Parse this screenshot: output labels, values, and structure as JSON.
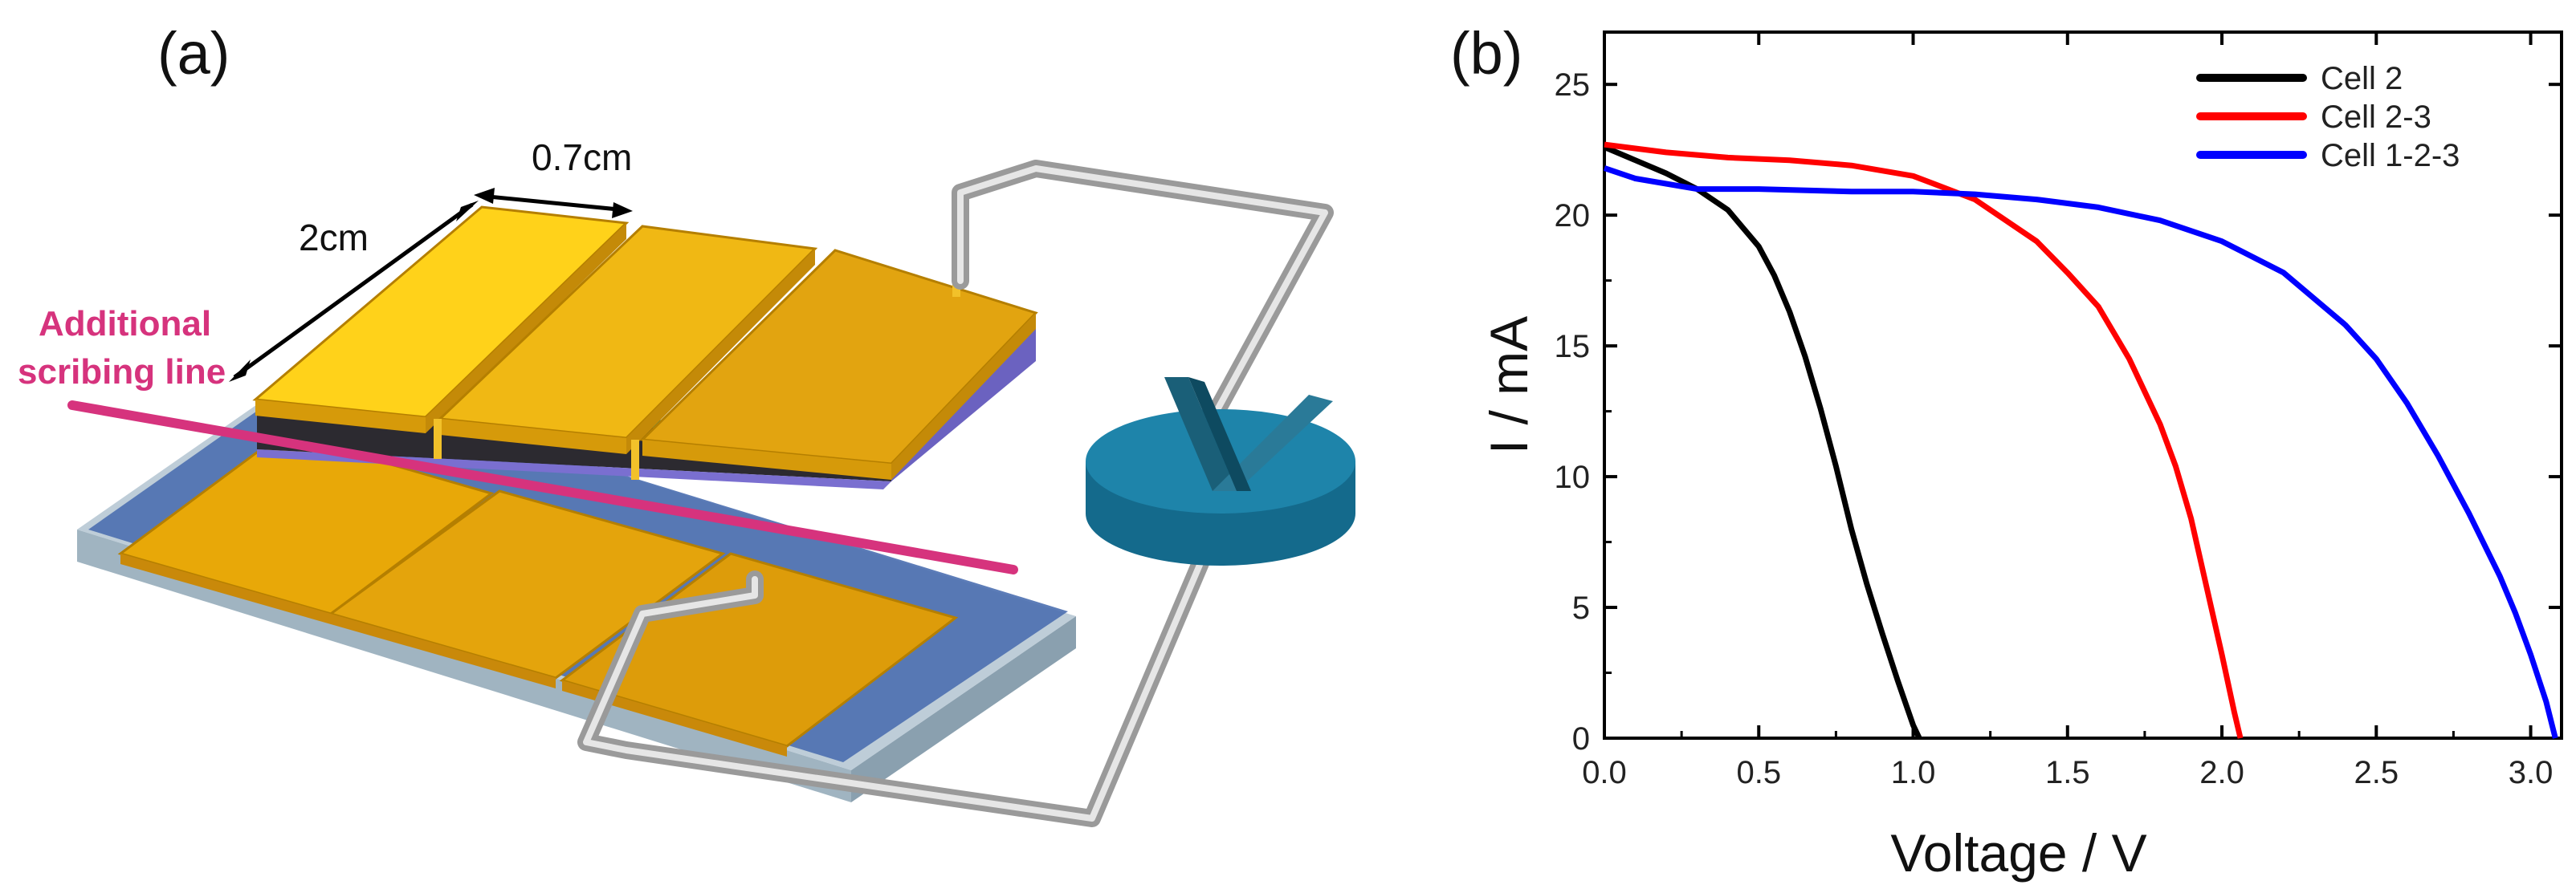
{
  "panel_a": {
    "label": "(a)",
    "dim_length": "2cm",
    "dim_width": "0.7cm",
    "annotation_line1": "Additional",
    "annotation_line2": "scribing line",
    "colors": {
      "cell_gold": "#e4a40c",
      "cell_gold_light": "#ffd21a",
      "glass": "#9fb4c2",
      "tco_blue": "#4b6fb0",
      "scribing_line": "#d6337d",
      "meter": "#1b7aa0",
      "wire": "#c9c9c9"
    },
    "icons": [
      "solar-module-illustration",
      "voltmeter-icon",
      "wire-loop"
    ]
  },
  "panel_b": {
    "label": "(b)"
  },
  "chart_data": {
    "type": "line",
    "xlabel": "Voltage / V",
    "ylabel": "I / mA",
    "xlim": [
      0,
      3.1
    ],
    "ylim": [
      0,
      27
    ],
    "xticks": [
      "0.0",
      "0.5",
      "1.0",
      "1.5",
      "2.0",
      "2.5",
      "3.0"
    ],
    "yticks": [
      "0",
      "5",
      "10",
      "15",
      "20",
      "25"
    ],
    "grid": false,
    "legend_position": "top-right",
    "series": [
      {
        "name": "Cell 2",
        "color": "#000000",
        "x": [
          0.0,
          0.1,
          0.2,
          0.3,
          0.4,
          0.5,
          0.55,
          0.6,
          0.65,
          0.7,
          0.75,
          0.8,
          0.85,
          0.9,
          0.95,
          1.0,
          1.02
        ],
        "y": [
          22.6,
          22.1,
          21.6,
          21.0,
          20.2,
          18.8,
          17.7,
          16.3,
          14.6,
          12.6,
          10.4,
          8.0,
          5.9,
          4.0,
          2.2,
          0.5,
          0.0
        ]
      },
      {
        "name": "Cell 2-3",
        "color": "#ff0000",
        "x": [
          0.0,
          0.2,
          0.4,
          0.6,
          0.8,
          1.0,
          1.2,
          1.4,
          1.5,
          1.6,
          1.7,
          1.8,
          1.85,
          1.9,
          1.95,
          2.0,
          2.04,
          2.06
        ],
        "y": [
          22.7,
          22.4,
          22.2,
          22.1,
          21.9,
          21.5,
          20.6,
          19.0,
          17.8,
          16.5,
          14.5,
          12.0,
          10.4,
          8.4,
          5.8,
          3.2,
          1.0,
          0.0
        ]
      },
      {
        "name": "Cell 1-2-3",
        "color": "#0000ff",
        "x": [
          0.0,
          0.1,
          0.2,
          0.3,
          0.5,
          0.8,
          1.0,
          1.2,
          1.4,
          1.6,
          1.8,
          2.0,
          2.2,
          2.4,
          2.5,
          2.6,
          2.7,
          2.8,
          2.9,
          2.95,
          3.0,
          3.05,
          3.08
        ],
        "y": [
          21.8,
          21.4,
          21.2,
          21.0,
          21.0,
          20.9,
          20.9,
          20.8,
          20.6,
          20.3,
          19.8,
          19.0,
          17.8,
          15.8,
          14.5,
          12.8,
          10.8,
          8.6,
          6.2,
          4.8,
          3.2,
          1.4,
          0.0
        ]
      }
    ]
  }
}
